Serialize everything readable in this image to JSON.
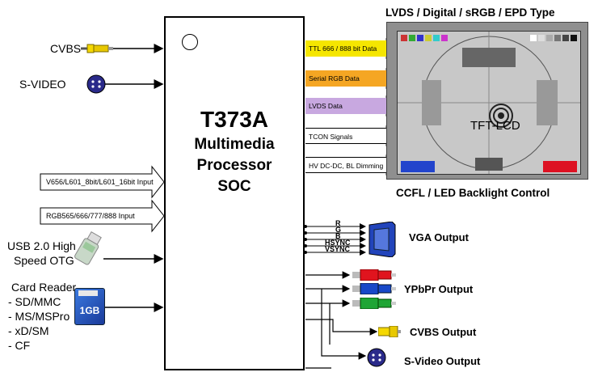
{
  "soc": {
    "line1": "T373A",
    "line2": "Multimedia",
    "line3": "Processor",
    "line4": "SOC"
  },
  "inputs": {
    "cvbs": "CVBS",
    "svideo": "S-VIDEO",
    "bus1": "V656/L601_8bit/L601_16bit Input",
    "bus2": "RGB565/666/777/888 Input",
    "usb_line1": "USB 2.0 High",
    "usb_line2": "Speed OTG",
    "card_title": "Card Reader",
    "card_items": [
      "- SD/MMC",
      "- MS/MSPro",
      "- xD/SM",
      "- CF"
    ],
    "sd_label": "1GB"
  },
  "outputs": {
    "ttl": "TTL 666 / 888 bit  Data",
    "serial": "Serial RGB Data",
    "lvds": "LVDS  Data",
    "tcon": "TCON Signals",
    "hv": "HV DC-DC, BL Dimming",
    "panel_type": "LVDS / Digital / sRGB / EPD Type",
    "panel_text": "TFT-LCD",
    "backlight": "CCFL / LED Backlight Control",
    "vga_signals": [
      "R",
      "G",
      "B",
      "HSYNC",
      "VSYNC"
    ],
    "vga": "VGA Output",
    "ypbpr": "YPbPr Output",
    "cvbs_out": "CVBS Output",
    "svideo_out": "S-Video Output"
  },
  "colors": {
    "ttl": "#f5e600",
    "serial": "#f5a623",
    "lvds": "#c8a8e0",
    "red": "#e0141e",
    "green": "#1fa535",
    "blue": "#1848c8",
    "yellow": "#f5d800",
    "panel": "#9a9a9a"
  }
}
